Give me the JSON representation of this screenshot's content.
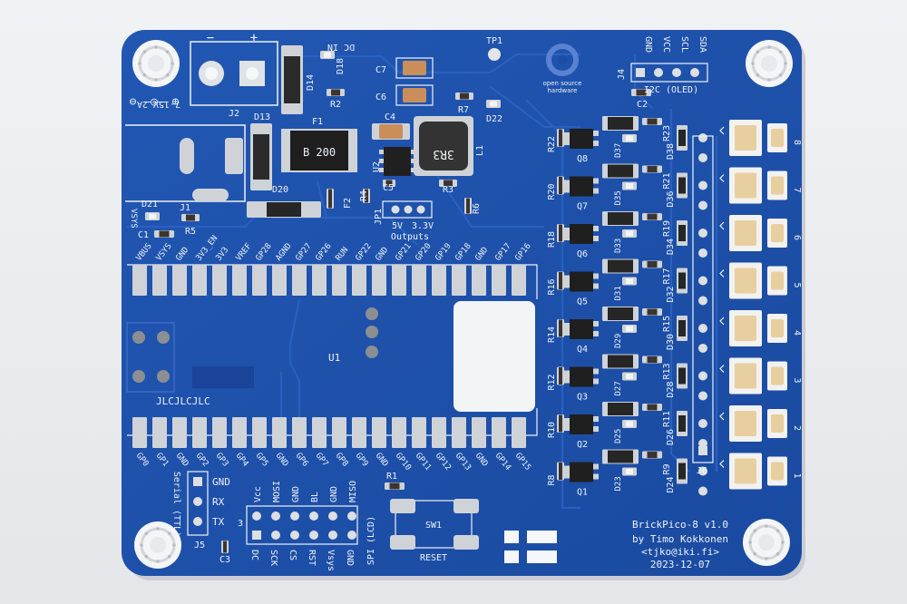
{
  "board": {
    "colors": {
      "solder_mask": "#1d4ea6",
      "trace": "#2a60be",
      "pad": "#cfd3d8",
      "silk": "#eef2f8",
      "background": "#ebedf0"
    },
    "title": "BrickPico-8 v1.0",
    "author": "by Timo Kokkonen",
    "email": "<tjko@iki.fi>",
    "date": "2023-12-07",
    "top_labels": {
      "dc_in": "DC IN",
      "minus": "−",
      "plus": "+",
      "tp1": "TP1",
      "d14": "D14",
      "d18": "D18",
      "j2": "J2",
      "d13": "D13",
      "f1": "F1",
      "r2": "R2",
      "c7": "C7",
      "c6": "C6",
      "c4": "C4",
      "r7": "R7",
      "d22": "D22",
      "l1": "L1",
      "inductor": "3R3",
      "fuse": "B 200",
      "u2": "U2",
      "c5": "C5",
      "r3": "R3",
      "r4": "R4",
      "r6": "R6",
      "d20": "D20",
      "f2": "F2",
      "voltage": "7-15V 2A",
      "vsys": "VSYS",
      "d21": "D21",
      "j1": "J1",
      "c1": "C1",
      "r5": "R5",
      "jp1": "JP1",
      "out5v": "5V",
      "out33v": "3.3V",
      "outputs": "Outputs",
      "osh1": "open source",
      "osh2": "hardware"
    },
    "oled": {
      "pins": [
        "GND",
        "VCC",
        "SCL",
        "SDA"
      ],
      "label": "I2C (OLED)",
      "j4": "J4",
      "c2": "C2"
    },
    "pico_top_pins": [
      "VBUS",
      "VSYS",
      "GND",
      "3V3_EN",
      "3V3",
      "VREF",
      "GP28",
      "AGND",
      "GP27",
      "GP26",
      "RUN",
      "GP22",
      "GND",
      "GP21",
      "GP20",
      "GP19",
      "GP18",
      "GND",
      "GP17",
      "GP16"
    ],
    "pico_bottom_pins": [
      "GP0",
      "GP1",
      "GND",
      "GP2",
      "GP3",
      "GP4",
      "GP5",
      "GND",
      "GP6",
      "GP7",
      "GP8",
      "GP9",
      "GND",
      "GP10",
      "GP11",
      "GP12",
      "GP13",
      "GND",
      "GP14",
      "GP15"
    ],
    "u1": "U1",
    "jlc": "JLCJLCJLC",
    "serial": {
      "title": "Serial (TTL)",
      "pins": [
        "GND",
        "RX",
        "TX"
      ],
      "j5": "J5",
      "c3": "C3"
    },
    "spi": {
      "top_pins": [
        "Vcc",
        "MOSI",
        "GND",
        "BL",
        "GND",
        "MISO"
      ],
      "bottom_pins": [
        "DC",
        "SCK",
        "CS",
        "RST",
        "Vsys",
        "GND"
      ],
      "label": "SPI (LCD)",
      "pin_num": "3"
    },
    "switch": {
      "r1": "R1",
      "sw1": "SW1",
      "reset": "RESET"
    },
    "channels": [
      {
        "q": "Q8",
        "r_left": "R22",
        "r_right": "R23",
        "d_a": "D37",
        "d_b": "D38",
        "num": "8"
      },
      {
        "q": "Q7",
        "r_left": "R20",
        "r_right": "R21",
        "d_a": "D35",
        "d_b": "D36",
        "num": "7"
      },
      {
        "q": "Q6",
        "r_left": "R18",
        "r_right": "R19",
        "d_a": "D33",
        "d_b": "D34",
        "num": "6"
      },
      {
        "q": "Q5",
        "r_left": "R16",
        "r_right": "R17",
        "d_a": "D31",
        "d_b": "D32",
        "num": "5"
      },
      {
        "q": "Q4",
        "r_left": "R14",
        "r_right": "R15",
        "d_a": "D29",
        "d_b": "D30",
        "num": "4"
      },
      {
        "q": "Q3",
        "r_left": "R12",
        "r_right": "R13",
        "d_a": "D27",
        "d_b": "D28",
        "num": "3"
      },
      {
        "q": "Q2",
        "r_left": "R10",
        "r_right": "R11",
        "d_a": "D25",
        "d_b": "D26",
        "num": "2"
      },
      {
        "q": "Q1",
        "r_left": "R8",
        "r_right": "R9",
        "d_a": "D23",
        "d_b": "D24",
        "num": "1"
      }
    ],
    "j6": "J6"
  }
}
